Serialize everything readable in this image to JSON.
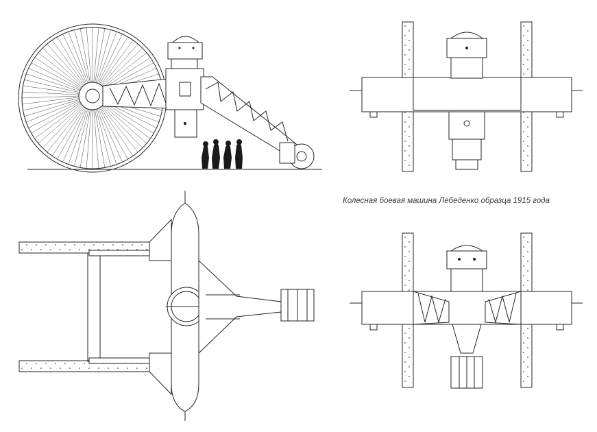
{
  "caption": "Колесная боевая машина Лебеденко образца 1915 года",
  "colors": {
    "ink": "#222222",
    "paper": "#ffffff",
    "caption": "#3a3a3a"
  },
  "views": [
    {
      "id": "side-view"
    },
    {
      "id": "front-view"
    },
    {
      "id": "top-view"
    },
    {
      "id": "rear-view"
    }
  ]
}
